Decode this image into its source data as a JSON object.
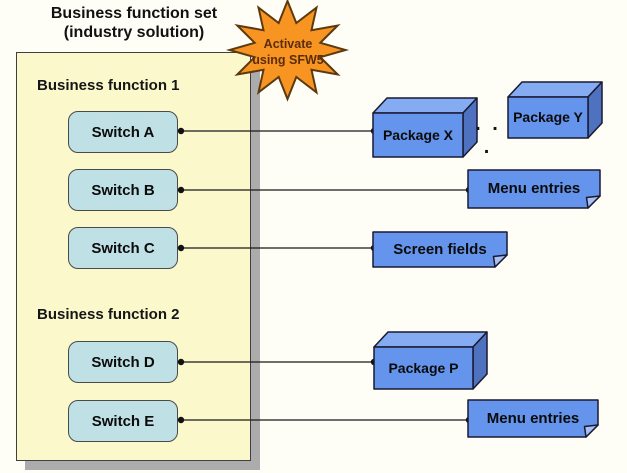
{
  "title": {
    "line1": "Business function set",
    "line2": "(industry solution)"
  },
  "starburst": {
    "line1": "Activate",
    "line2": "using SFW5"
  },
  "function_set": {
    "sections": [
      {
        "label": "Business function 1"
      },
      {
        "label": "Business function 2"
      }
    ]
  },
  "switches": [
    {
      "label": "Switch A"
    },
    {
      "label": "Switch B"
    },
    {
      "label": "Switch C"
    },
    {
      "label": "Switch D"
    },
    {
      "label": "Switch E"
    }
  ],
  "packages": [
    {
      "label": "Package X"
    },
    {
      "label": "Package Y"
    },
    {
      "label": "Package P"
    }
  ],
  "notes": [
    {
      "label": "Menu entries"
    },
    {
      "label": "Screen fields"
    },
    {
      "label": "Menu entries"
    }
  ],
  "ellipsis": ". . .",
  "connections": [
    {
      "from": "Switch A",
      "to": "Package X"
    },
    {
      "from": "Switch B",
      "to": "Menu entries"
    },
    {
      "from": "Switch C",
      "to": "Screen fields"
    },
    {
      "from": "Switch D",
      "to": "Package P"
    },
    {
      "from": "Switch E",
      "to": "Menu entries"
    }
  ],
  "colors": {
    "container_fill": "#FBF9CC",
    "container_shadow": "#ACACAC",
    "switch_fill": "#BFE0E4",
    "package_front": "#6494EC",
    "package_top": "#85ABF2",
    "package_side": "#4E72C0",
    "note_fill": "#6494EC",
    "starburst_fill": "#F89522",
    "starburst_stroke": "#5C3A10",
    "line": "#1A1A1A"
  }
}
